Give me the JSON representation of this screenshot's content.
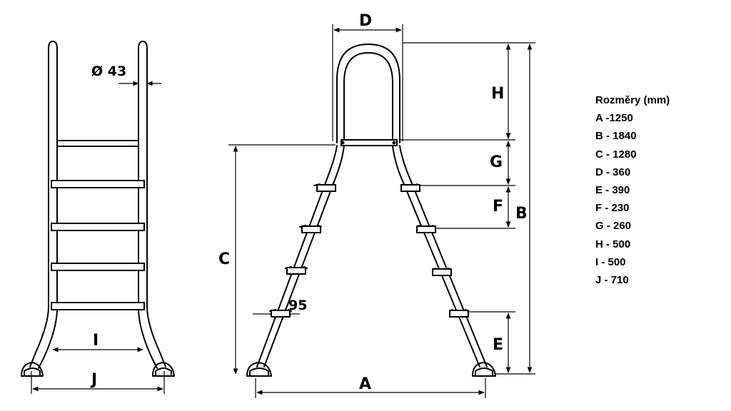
{
  "legend": {
    "title": "Rozměry (mm)",
    "items": [
      "A -1250",
      "B - 1840",
      "C - 1280",
      "D - 360",
      "E - 390",
      "F - 230",
      "G - 260",
      "H - 500",
      "I - 500",
      "J - 710"
    ]
  },
  "labels": {
    "pipe_diameter": "Ø 43",
    "step_spacing": "95",
    "A": "A",
    "B": "B",
    "C": "C",
    "D": "D",
    "E": "E",
    "F": "F",
    "G": "G",
    "H": "H",
    "I": "I",
    "J": "J"
  }
}
